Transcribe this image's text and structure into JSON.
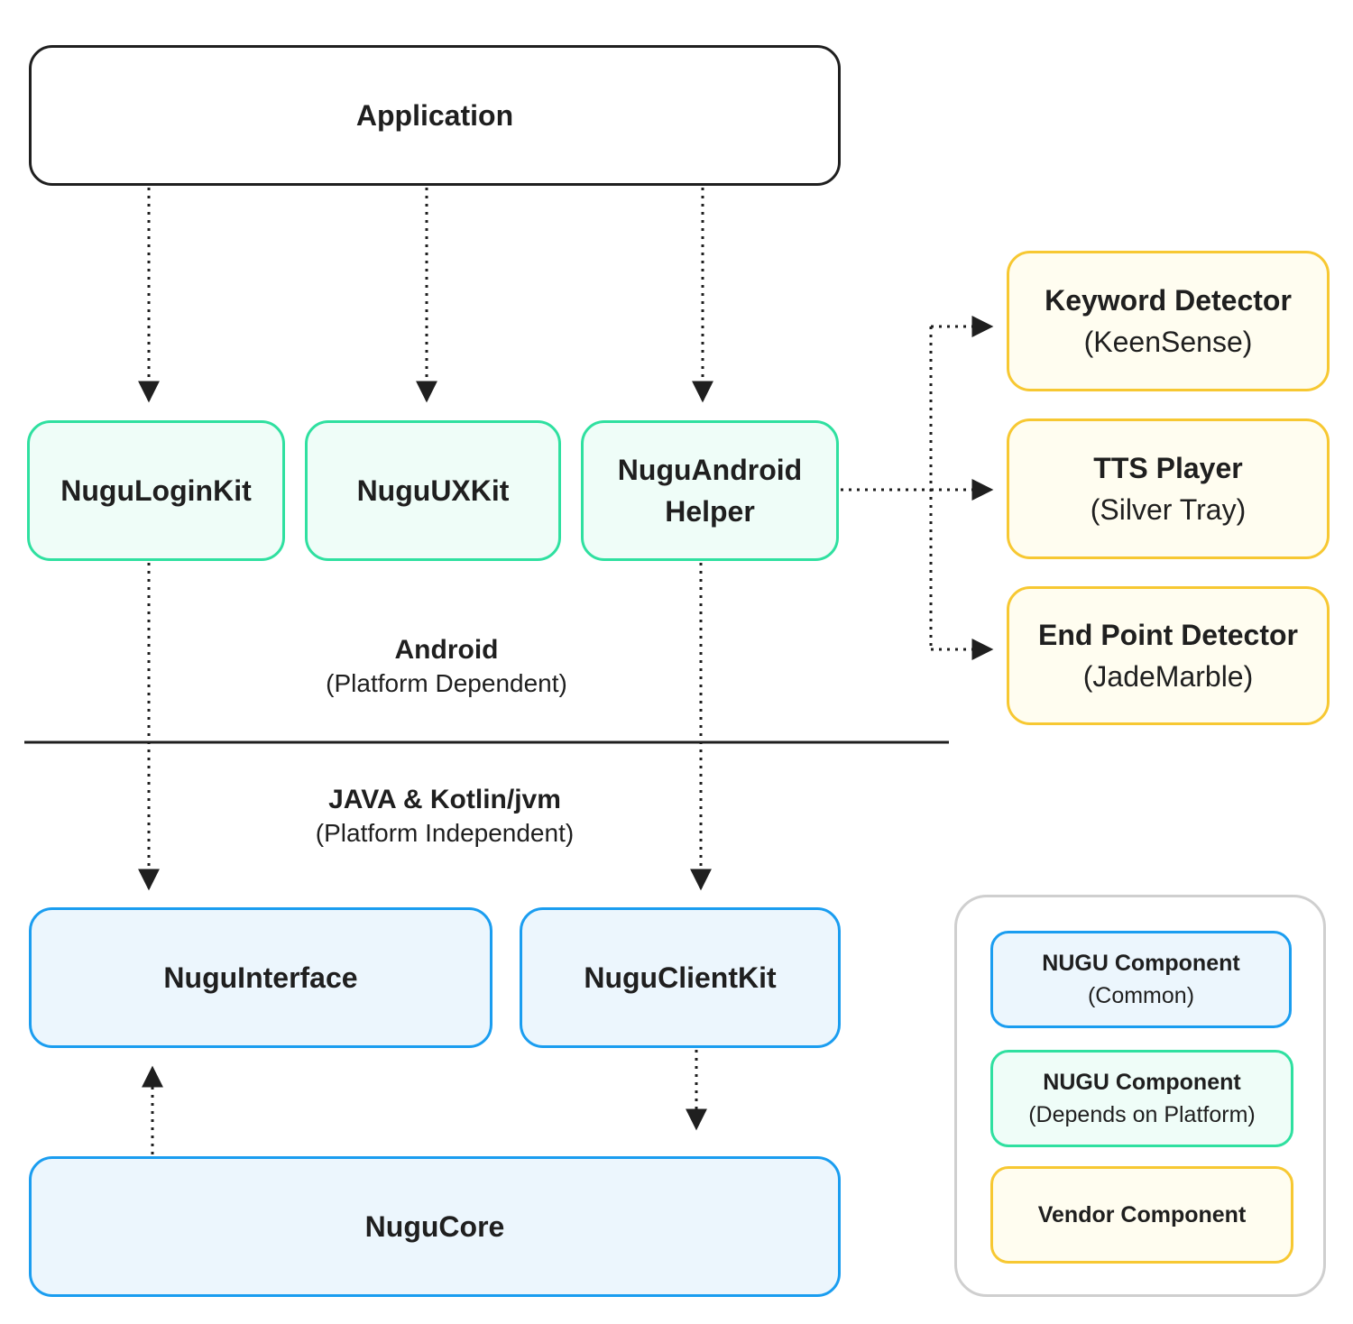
{
  "colors": {
    "green_border": "#2fe0a0",
    "green_fill": "#effdf8",
    "yellow_border": "#f7c832",
    "yellow_fill": "#fffdf0",
    "blue_border": "#1a9df0",
    "blue_fill": "#ecf6fd",
    "line": "#1f1f1f",
    "legend_border": "#cfcfcf"
  },
  "application": {
    "label": "Application"
  },
  "platform_components": {
    "login_kit": "NuguLoginKit",
    "ux_kit": "NuguUXKit",
    "android_helper": {
      "line1": "NuguAndroid",
      "line2": "Helper"
    }
  },
  "vendor_components": {
    "keyword_detector": {
      "title": "Keyword Detector",
      "subtitle": "(KeenSense)"
    },
    "tts_player": {
      "title": "TTS Player",
      "subtitle": "(Silver Tray)"
    },
    "end_point_detector": {
      "title": "End Point Detector",
      "subtitle": "(JadeMarble)"
    }
  },
  "layers": {
    "android": {
      "title": "Android",
      "subtitle": "(Platform Dependent)"
    },
    "jvm": {
      "title": "JAVA & Kotlin/jvm",
      "subtitle": "(Platform Independent)"
    }
  },
  "common_components": {
    "interface": "NuguInterface",
    "client_kit": "NuguClientKit",
    "core": "NuguCore"
  },
  "legend": {
    "common": {
      "title": "NUGU Component",
      "subtitle": "(Common)"
    },
    "platform": {
      "title": "NUGU Component",
      "subtitle": "(Depends on Platform)"
    },
    "vendor": {
      "title": "Vendor Component"
    }
  }
}
